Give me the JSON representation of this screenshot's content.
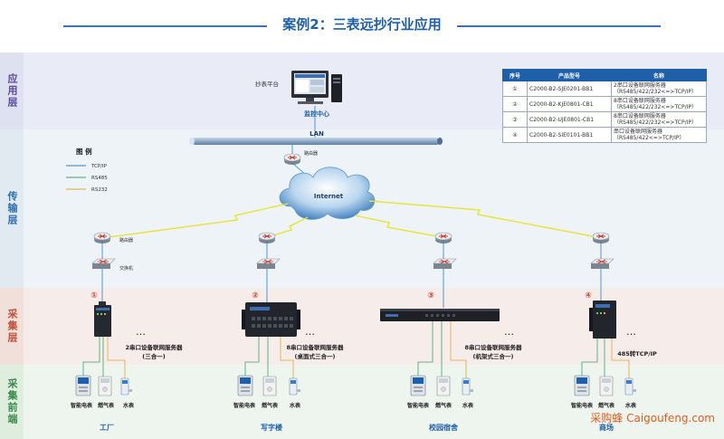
{
  "title": "案例2：三表远抄行业应用",
  "layers": {
    "app": "应用层",
    "trans": "传输层",
    "collect": "采集层",
    "front": "采集前端"
  },
  "top": {
    "platform": "抄表平台",
    "monitor": "监控中心",
    "lan": "LAN",
    "router": "路由器",
    "internet": "Internet"
  },
  "legend": {
    "title": "图  例",
    "items": [
      {
        "label": "TCP/IP",
        "color": "#2d7fc1"
      },
      {
        "label": "RS485",
        "color": "#3aa86a"
      },
      {
        "label": "RS232",
        "color": "#e0a63a"
      }
    ]
  },
  "net_labels": {
    "router": "路由器",
    "switch": "交换机"
  },
  "table": {
    "headers": [
      "序号",
      "产品型号",
      "名称"
    ],
    "rows": [
      {
        "no": "①",
        "model": "C2000-B2-SJE0201-BB1",
        "name1": "2串口设备联网服务器",
        "name2": "（RS485/422/232<=>TCP/IP）"
      },
      {
        "no": "②",
        "model": "C2000-B2-KJE0801-CB1",
        "name1": "8串口设备联网服务器",
        "name2": "（RS485/422/232<=>TCP/IP）"
      },
      {
        "no": "③",
        "model": "C2000-B2-UJE0801-CB1",
        "name1": "8串口设备联网服务器",
        "name2": "（RS485/422/232<=>TCP/IP）"
      },
      {
        "no": "④",
        "model": "C2000-B2-SIE0101-BB1",
        "name1": "串口设备联网服务器",
        "name2": "（RS485/422<=>TCP/IP）"
      }
    ]
  },
  "sites": [
    {
      "num": "①",
      "dev1": "2串口设备联网服务器",
      "dev2": "(三合一)",
      "name": "工厂"
    },
    {
      "num": "②",
      "dev1": "8串口设备联网服务器",
      "dev2": "(桌面式三合一)",
      "name": "写字楼"
    },
    {
      "num": "③",
      "dev1": "8串口设备联网服务器",
      "dev2": "(机架式三合一)",
      "name": "校园宿舍"
    },
    {
      "num": "④",
      "dev1": "485转TCP/IP",
      "dev2": "",
      "name": "商场"
    }
  ],
  "meters": {
    "elec": "智能电表",
    "gas": "燃气表",
    "water": "水表",
    "dots": "…"
  },
  "watermark": "采购蜂 Caigoufeng.com",
  "colors": {
    "accent": "#1f5fa8",
    "app_band": "#e9ecf6",
    "trans_band": "#eef3f7",
    "collect_band": "#f6ece9",
    "front_band": "#eef5ee"
  }
}
